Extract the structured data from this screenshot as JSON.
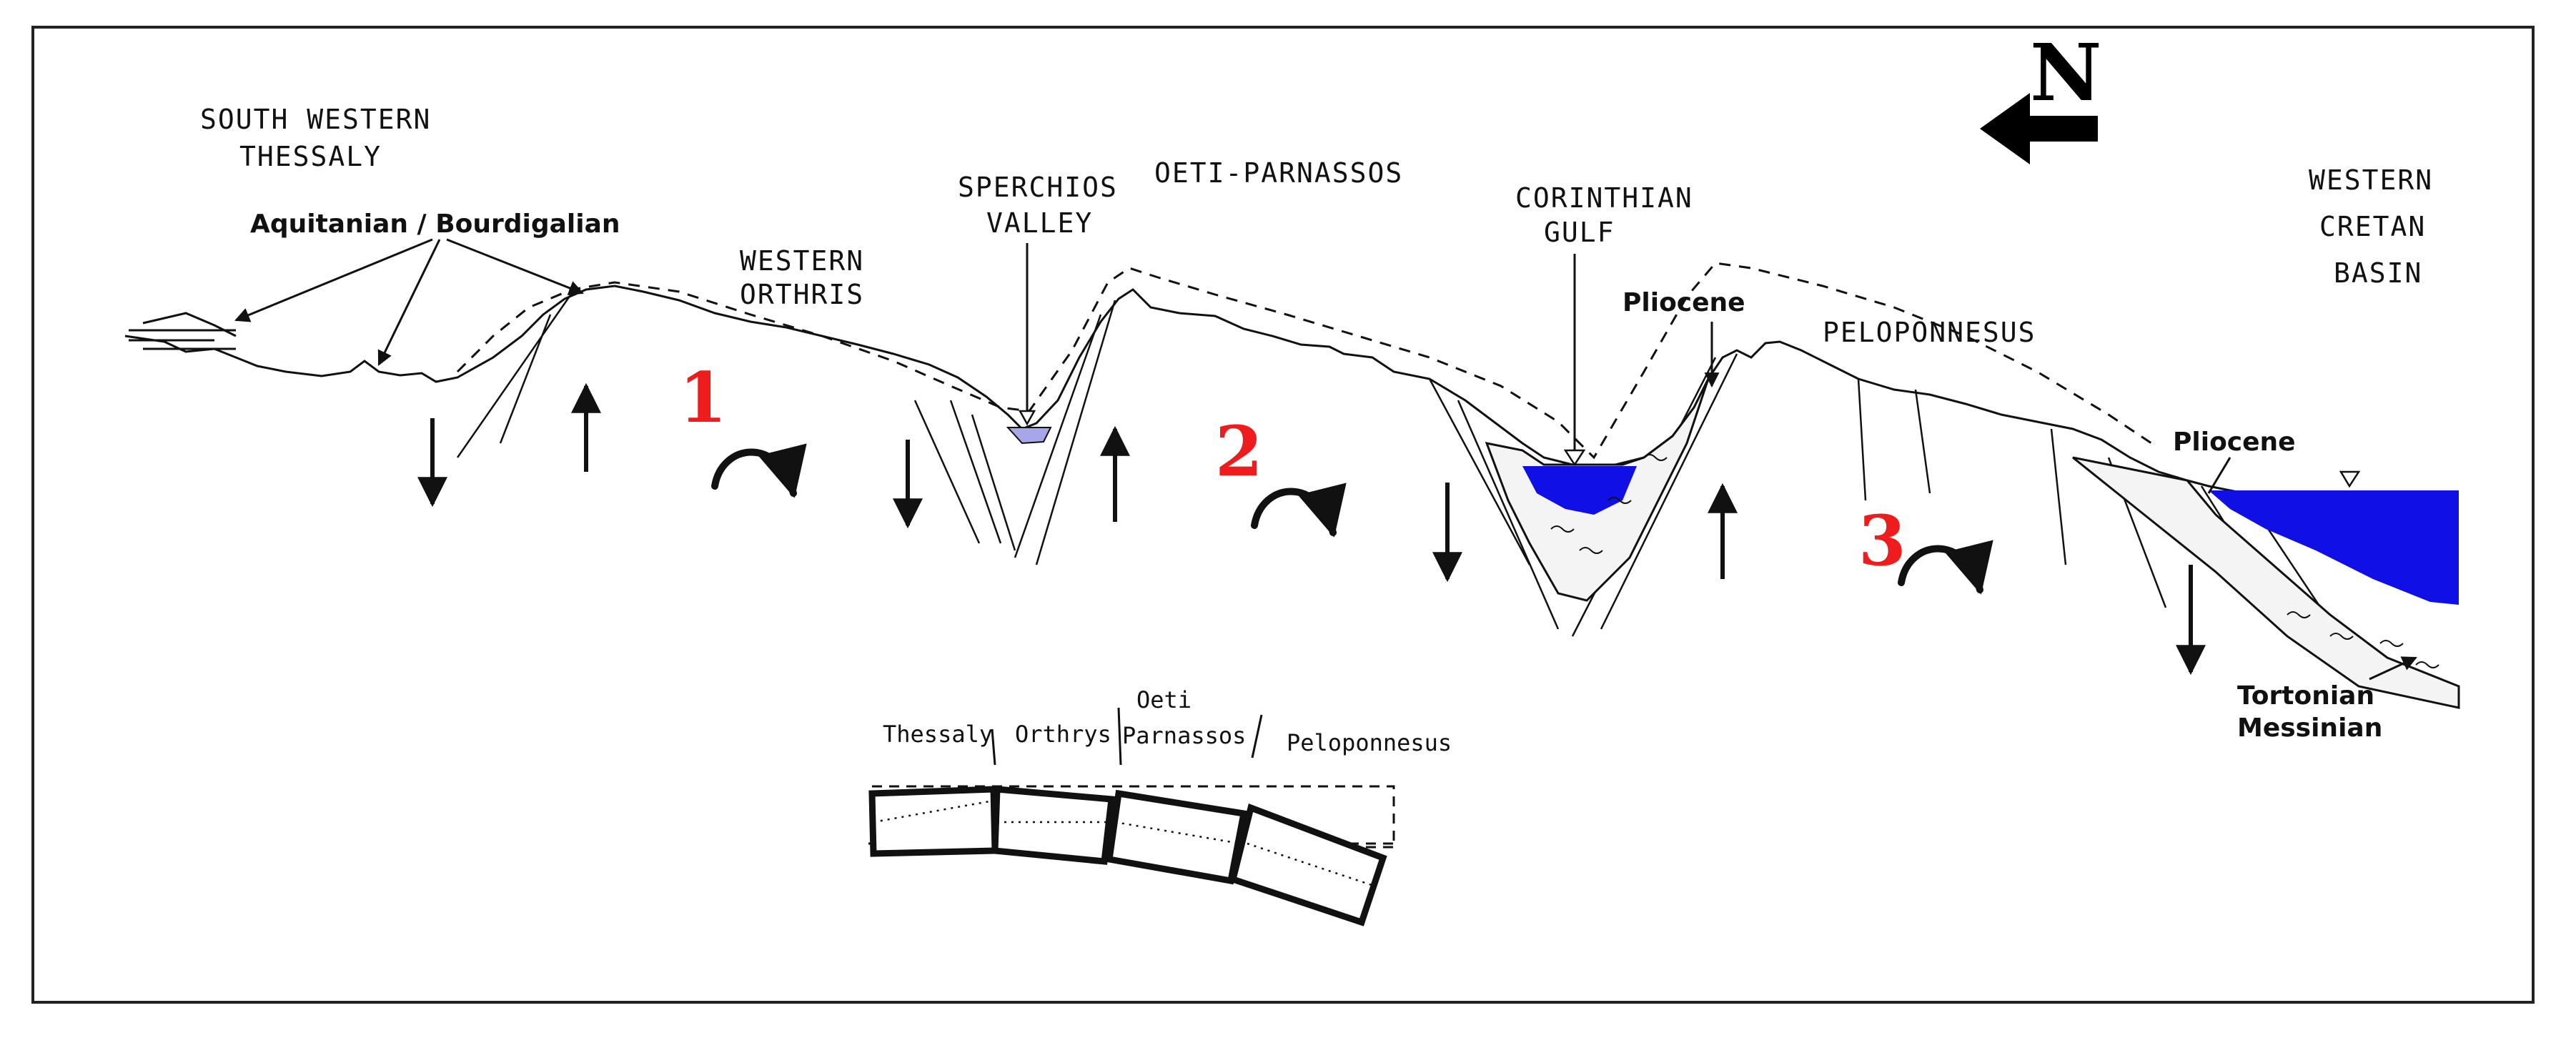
{
  "labels": {
    "sw_thessaly_1": "SOUTH WESTERN",
    "sw_thessaly_2": "THESSALY",
    "aquitanian": "Aquitanian / Bourdigalian",
    "western_orthris_1": "WESTERN",
    "western_orthris_2": "ORTHRIS",
    "sperchios_1": "SPERCHIOS",
    "sperchios_2": "VALLEY",
    "oeti_parnassos": "OETI-PARNASSOS",
    "corinthian_1": "CORINTHIAN",
    "corinthian_2": "GULF",
    "pliocene_1": "Pliocene",
    "peloponnesus": "PELOPONNESUS",
    "pliocene_2": "Pliocene",
    "western_cretan_1": "WESTERN",
    "western_cretan_2": "CRETAN",
    "western_cretan_3": "BASIN",
    "tortonian": "Tortonian",
    "messinian": "Messinian",
    "north": "N"
  },
  "block_numbers": [
    "1",
    "2",
    "3"
  ],
  "inset": {
    "thessaly": "Thessaly",
    "orthrys": "Orthrys",
    "oeti": "Oeti",
    "parnassos": "Parnassos",
    "peloponnesus": "Peloponnesus"
  },
  "colors": {
    "sea": "#1010e6",
    "lake": "#a6a6e8",
    "block_number": "#ee1c1c",
    "line": "#111111"
  }
}
